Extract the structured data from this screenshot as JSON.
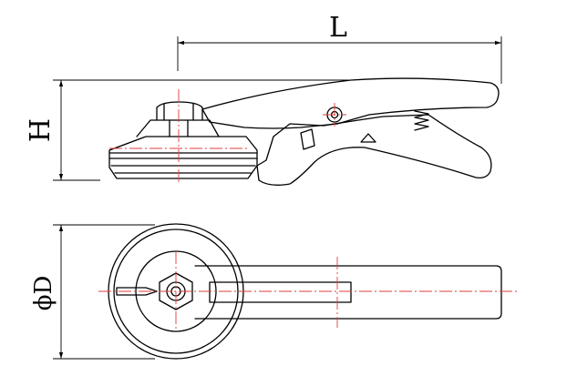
{
  "dimensions": {
    "length_label": "L",
    "height_label": "H",
    "diameter_label": "ϕD"
  },
  "colors": {
    "outline": "#000000",
    "centerline": "#e23b3b",
    "background": "#ffffff"
  }
}
